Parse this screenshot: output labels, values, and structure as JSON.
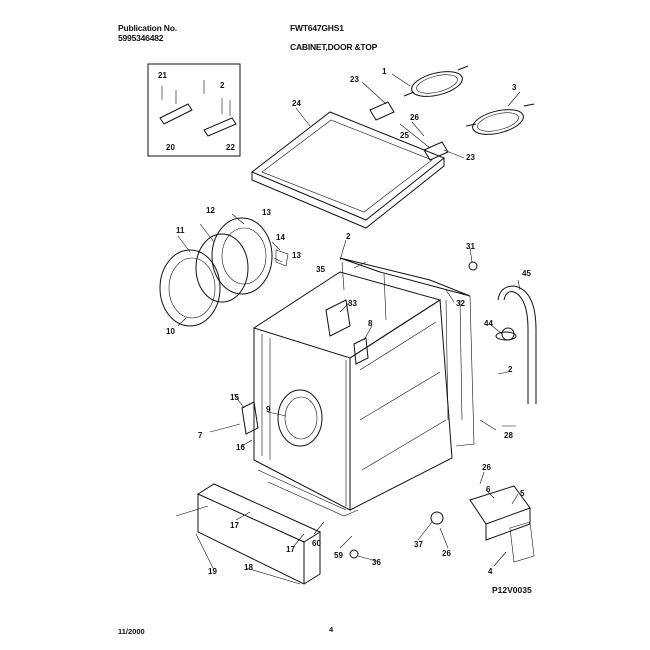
{
  "header": {
    "publication_label": "Publication No.",
    "publication_number": "5995346482",
    "model": "FWT647GHS1",
    "section": "CABINET,DOOR &TOP"
  },
  "footer": {
    "date": "11/2000",
    "page": "4",
    "drawing_code": "P12V0035"
  },
  "callouts": {
    "c1": "1",
    "c2a": "2",
    "c2b": "2",
    "c2c": "2",
    "c3": "3",
    "c4": "4",
    "c5": "5",
    "c6": "6",
    "c7": "7",
    "c8": "8",
    "c9": "9",
    "c10": "10",
    "c11": "11",
    "c12": "12",
    "c13a": "13",
    "c13b": "13",
    "c14": "14",
    "c15": "15",
    "c16": "16",
    "c17a": "17",
    "c17b": "17",
    "c18": "18",
    "c19": "19",
    "c20": "20",
    "c21": "21",
    "c22": "22",
    "c23a": "23",
    "c23b": "23",
    "c24": "24",
    "c25": "25",
    "c26a": "26",
    "c26b": "26",
    "c26c": "26",
    "c28": "28",
    "c31": "31",
    "c32": "32",
    "c33": "33",
    "c35": "35",
    "c36": "36",
    "c37": "37",
    "c44": "44",
    "c45": "45",
    "c59": "59",
    "c60": "60"
  }
}
